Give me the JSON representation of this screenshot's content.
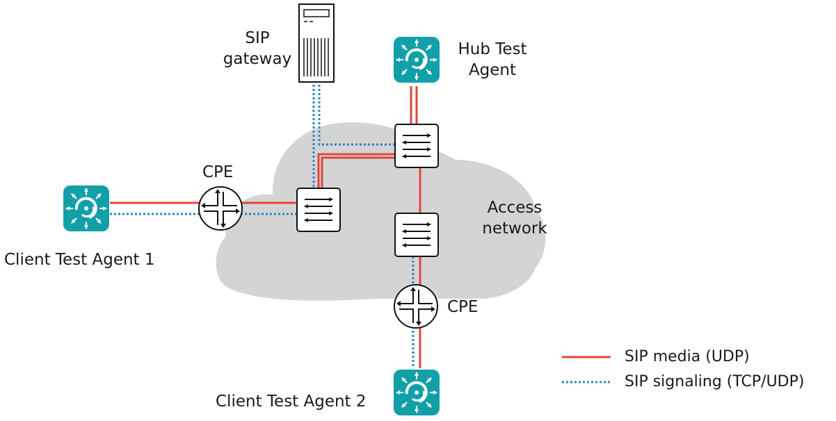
{
  "labels": {
    "sip_gateway_line1": "SIP",
    "sip_gateway_line2": "gateway",
    "hub_line1": "Hub Test",
    "hub_line2": "Agent",
    "cpe_left": "CPE",
    "cpe_bottom": "CPE",
    "access_line1": "Access",
    "access_line2": "network",
    "client1": "Client Test Agent 1",
    "client2": "Client Test Agent 2"
  },
  "legend": {
    "media": "SIP media (UDP)",
    "signaling": "SIP signaling (TCP/UDP)"
  },
  "colors": {
    "media": "#e2463c",
    "signaling": "#2a86c6",
    "agent": "#12a0a8",
    "cloud": "#d4d4d4"
  },
  "icons": {
    "agent": "test-agent-icon",
    "switch": "switch-icon",
    "router": "router-icon",
    "server": "server-icon",
    "cloud": "cloud-shape"
  }
}
